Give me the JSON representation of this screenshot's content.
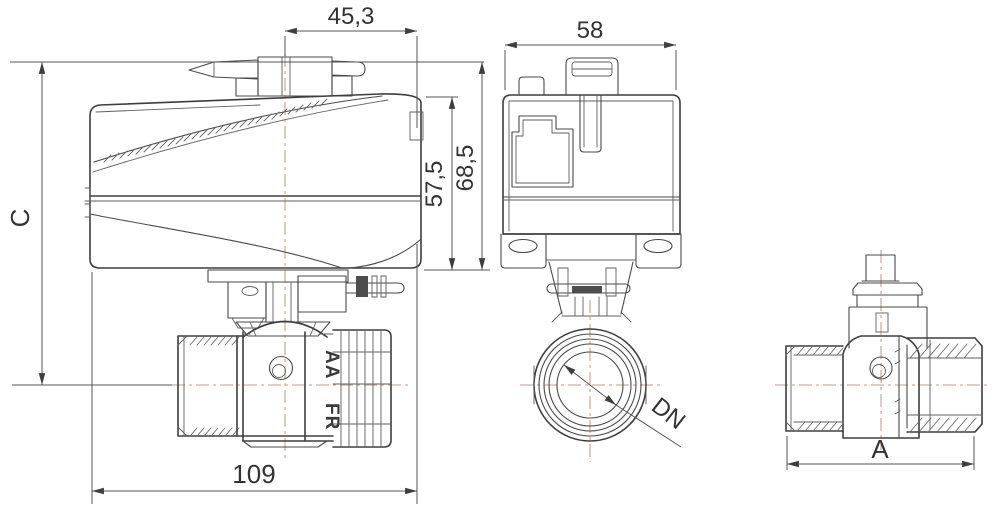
{
  "drawing": {
    "subject": "motorized-ball-valve-technical-drawing",
    "background": "#ffffff",
    "line_color": "#3e3e3e",
    "centerline_color": "#d8ad93",
    "views": {
      "side": "actuator-on-valve-side-view",
      "front": "actuator-on-valve-front-view",
      "valve_body": "valve-body-side-view"
    },
    "dimensions": {
      "actuator_offset": "45,3",
      "actuator_width": "58",
      "height_to_housing_top": "57,5",
      "height_total_actuator": "68,5",
      "overall_height": "C",
      "overall_length": "109",
      "nominal_diameter": "DN",
      "valve_body_length": "A"
    },
    "valve_markings": {
      "line1": "AA",
      "line2": "FR"
    }
  }
}
